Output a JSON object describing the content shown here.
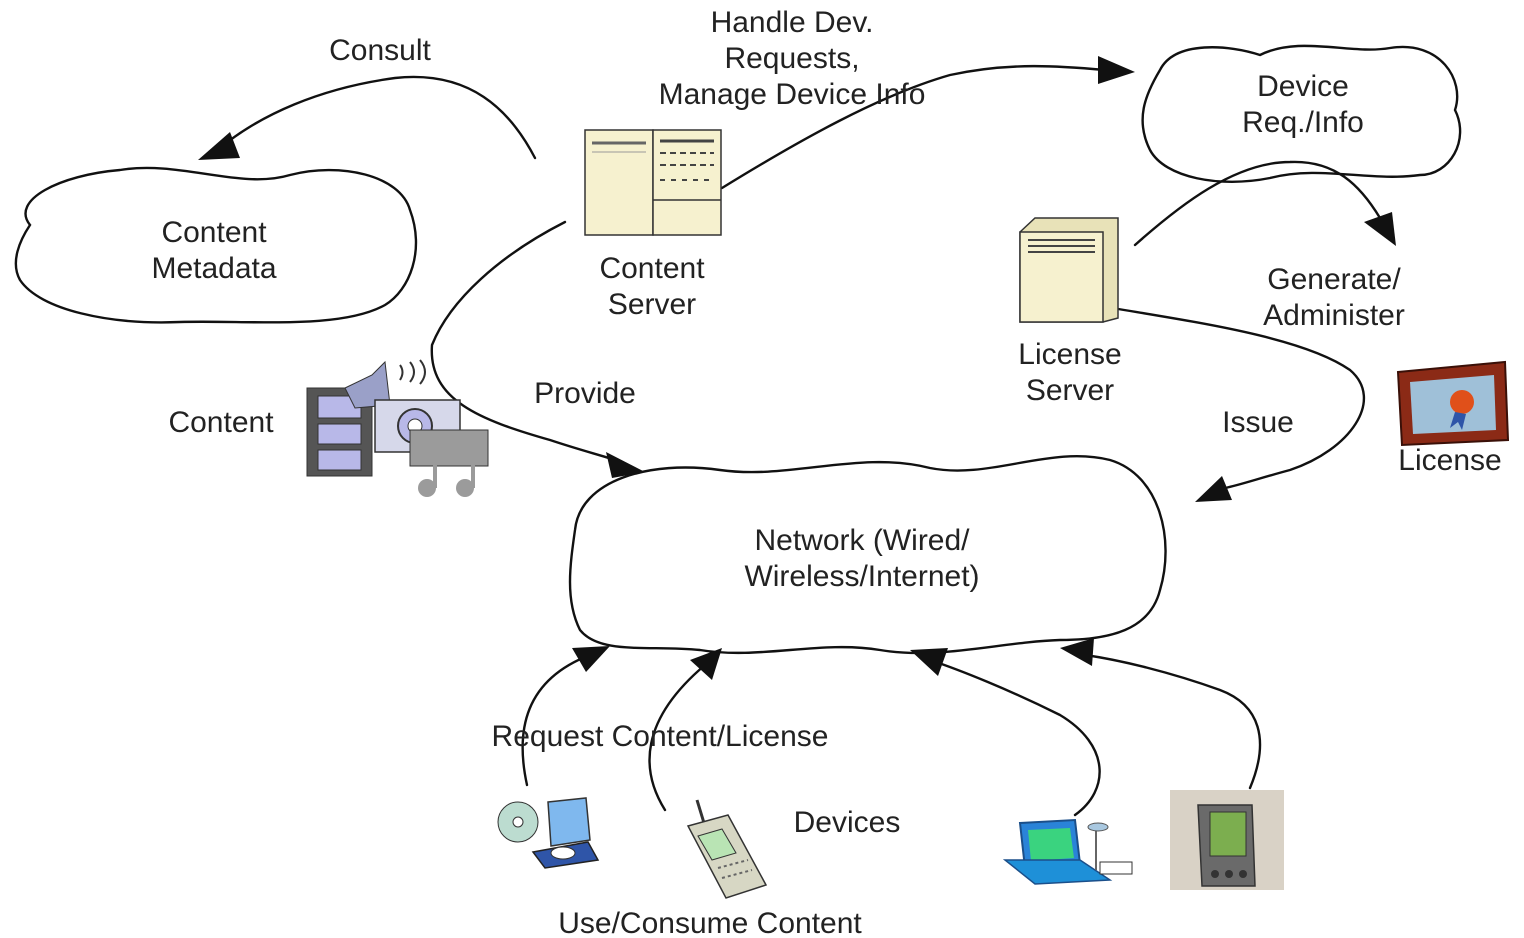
{
  "labels": {
    "consult": "Consult",
    "handle_line1": "Handle Dev.",
    "handle_line2": "Requests,",
    "handle_line3": "Manage Device Info",
    "device_req_line1": "Device",
    "device_req_line2": "Req./Info",
    "content_metadata_line1": "Content",
    "content_metadata_line2": "Metadata",
    "content_server_line1": "Content",
    "content_server_line2": "Server",
    "license_server_line1": "License",
    "license_server_line2": "Server",
    "generate_line1": "Generate/",
    "generate_line2": "Administer",
    "provide": "Provide",
    "content": "Content",
    "issue": "Issue",
    "license": "License",
    "network_line1": "Network (Wired/",
    "network_line2": "Wireless/Internet)",
    "request": "Request Content/License",
    "devices": "Devices",
    "use_consume": "Use/Consume Content"
  },
  "icons": [
    "content-server-icon",
    "license-server-icon",
    "media-content-icon",
    "license-certificate-icon",
    "cd-player-icon",
    "mobile-phone-icon",
    "laptop-icon",
    "pda-icon"
  ],
  "colors": {
    "line": "#111111",
    "server_body": "#f6f1cf",
    "device_blue": "#1e90d8",
    "certificate_frame": "#8b2a16"
  }
}
